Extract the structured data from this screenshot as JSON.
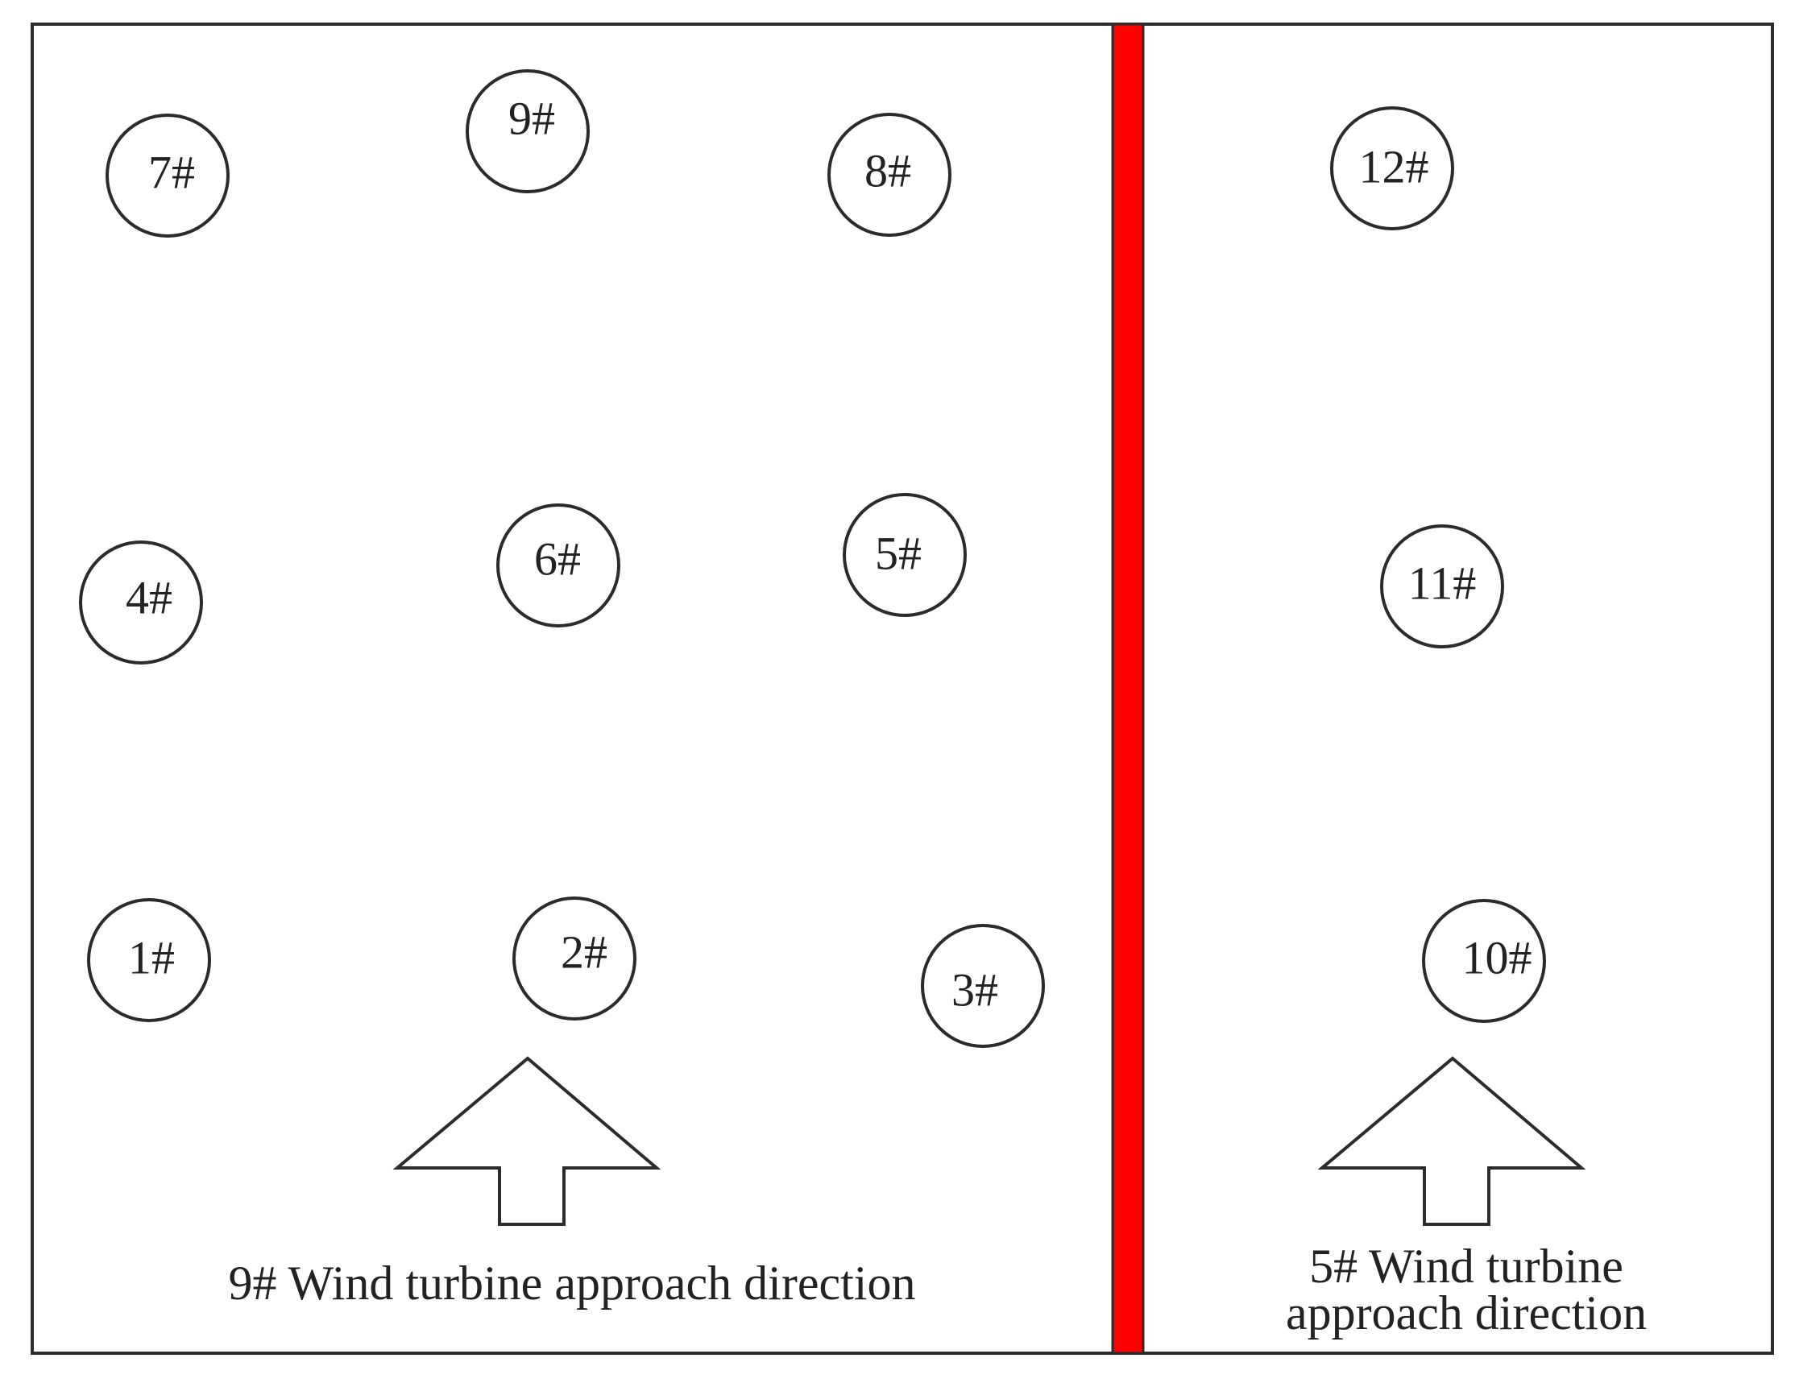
{
  "colors": {
    "background": "#ffffff",
    "stroke": "#2b2b2b",
    "divider": "#ff0000"
  },
  "nodes": {
    "n1": "1#",
    "n2": "2#",
    "n3": "3#",
    "n4": "4#",
    "n5": "5#",
    "n6": "6#",
    "n7": "7#",
    "n8": "8#",
    "n9": "9#",
    "n10": "10#",
    "n11": "11#",
    "n12": "12#"
  },
  "captions": {
    "left": "9# Wind turbine approach direction",
    "right_line1": "5# Wind turbine",
    "right_line2": "approach direction"
  }
}
